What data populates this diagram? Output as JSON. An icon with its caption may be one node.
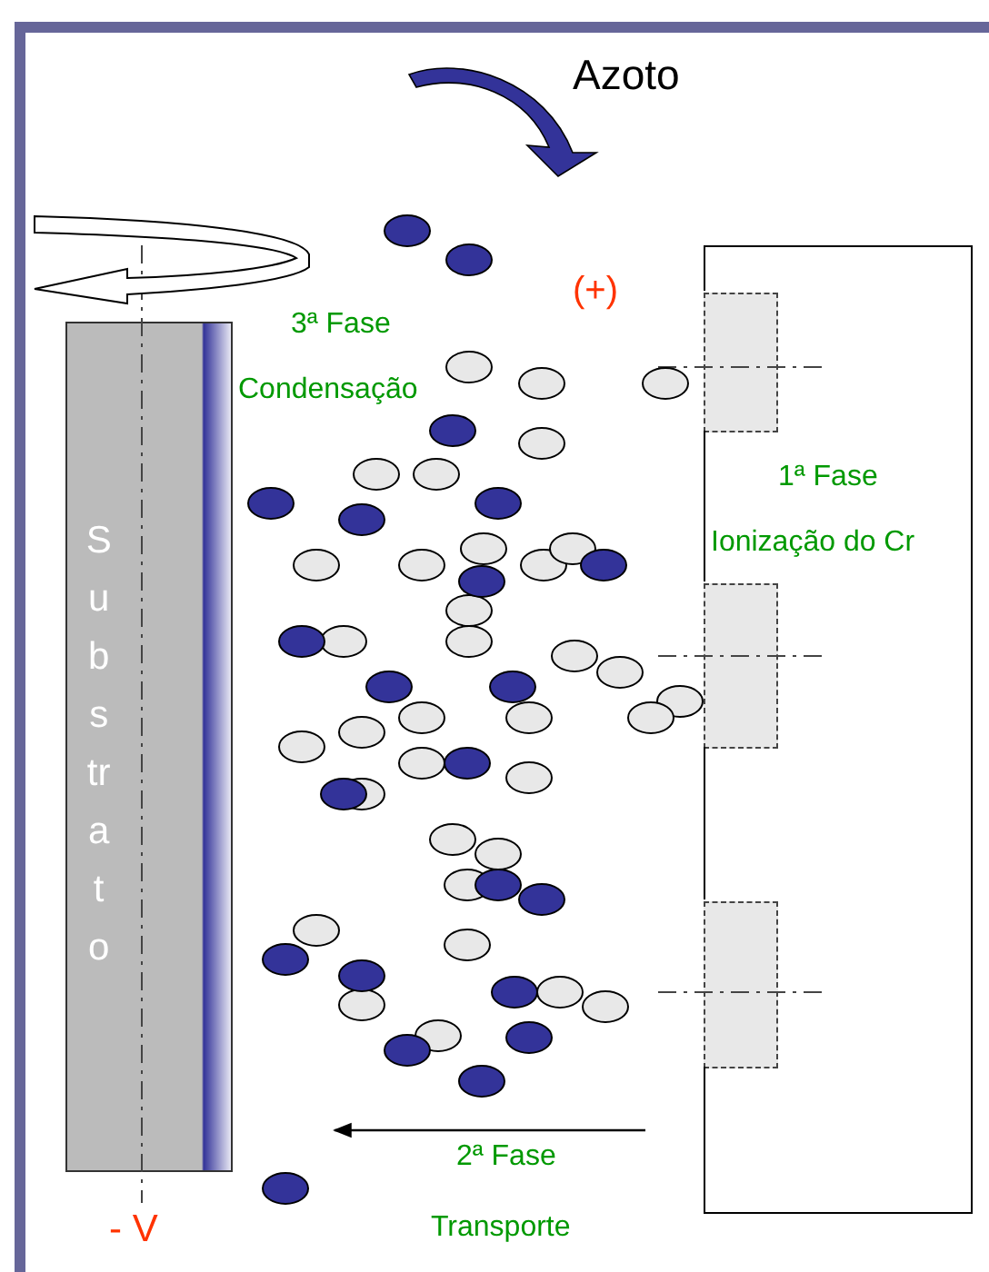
{
  "diagram": {
    "nodes": [
      {
        "text": [
          "Substrato"
        ]
      },
      {
        "text": [],
        "shape": "box"
      },
      {
        "text": [],
        "shape": "box",
        "in": 1
      },
      {
        "text": [],
        "shape": "box",
        "in": 1
      },
      {
        "text": [],
        "shape": "box",
        "in": 1
      }
    ],
    "labels": [
      "Azoto",
      "(+)",
      "3ª Fase",
      "Condensação",
      "1ª Fase",
      "Ionização do Cr",
      "2ª Fase",
      "- V",
      "Transporte"
    ]
  }
}
